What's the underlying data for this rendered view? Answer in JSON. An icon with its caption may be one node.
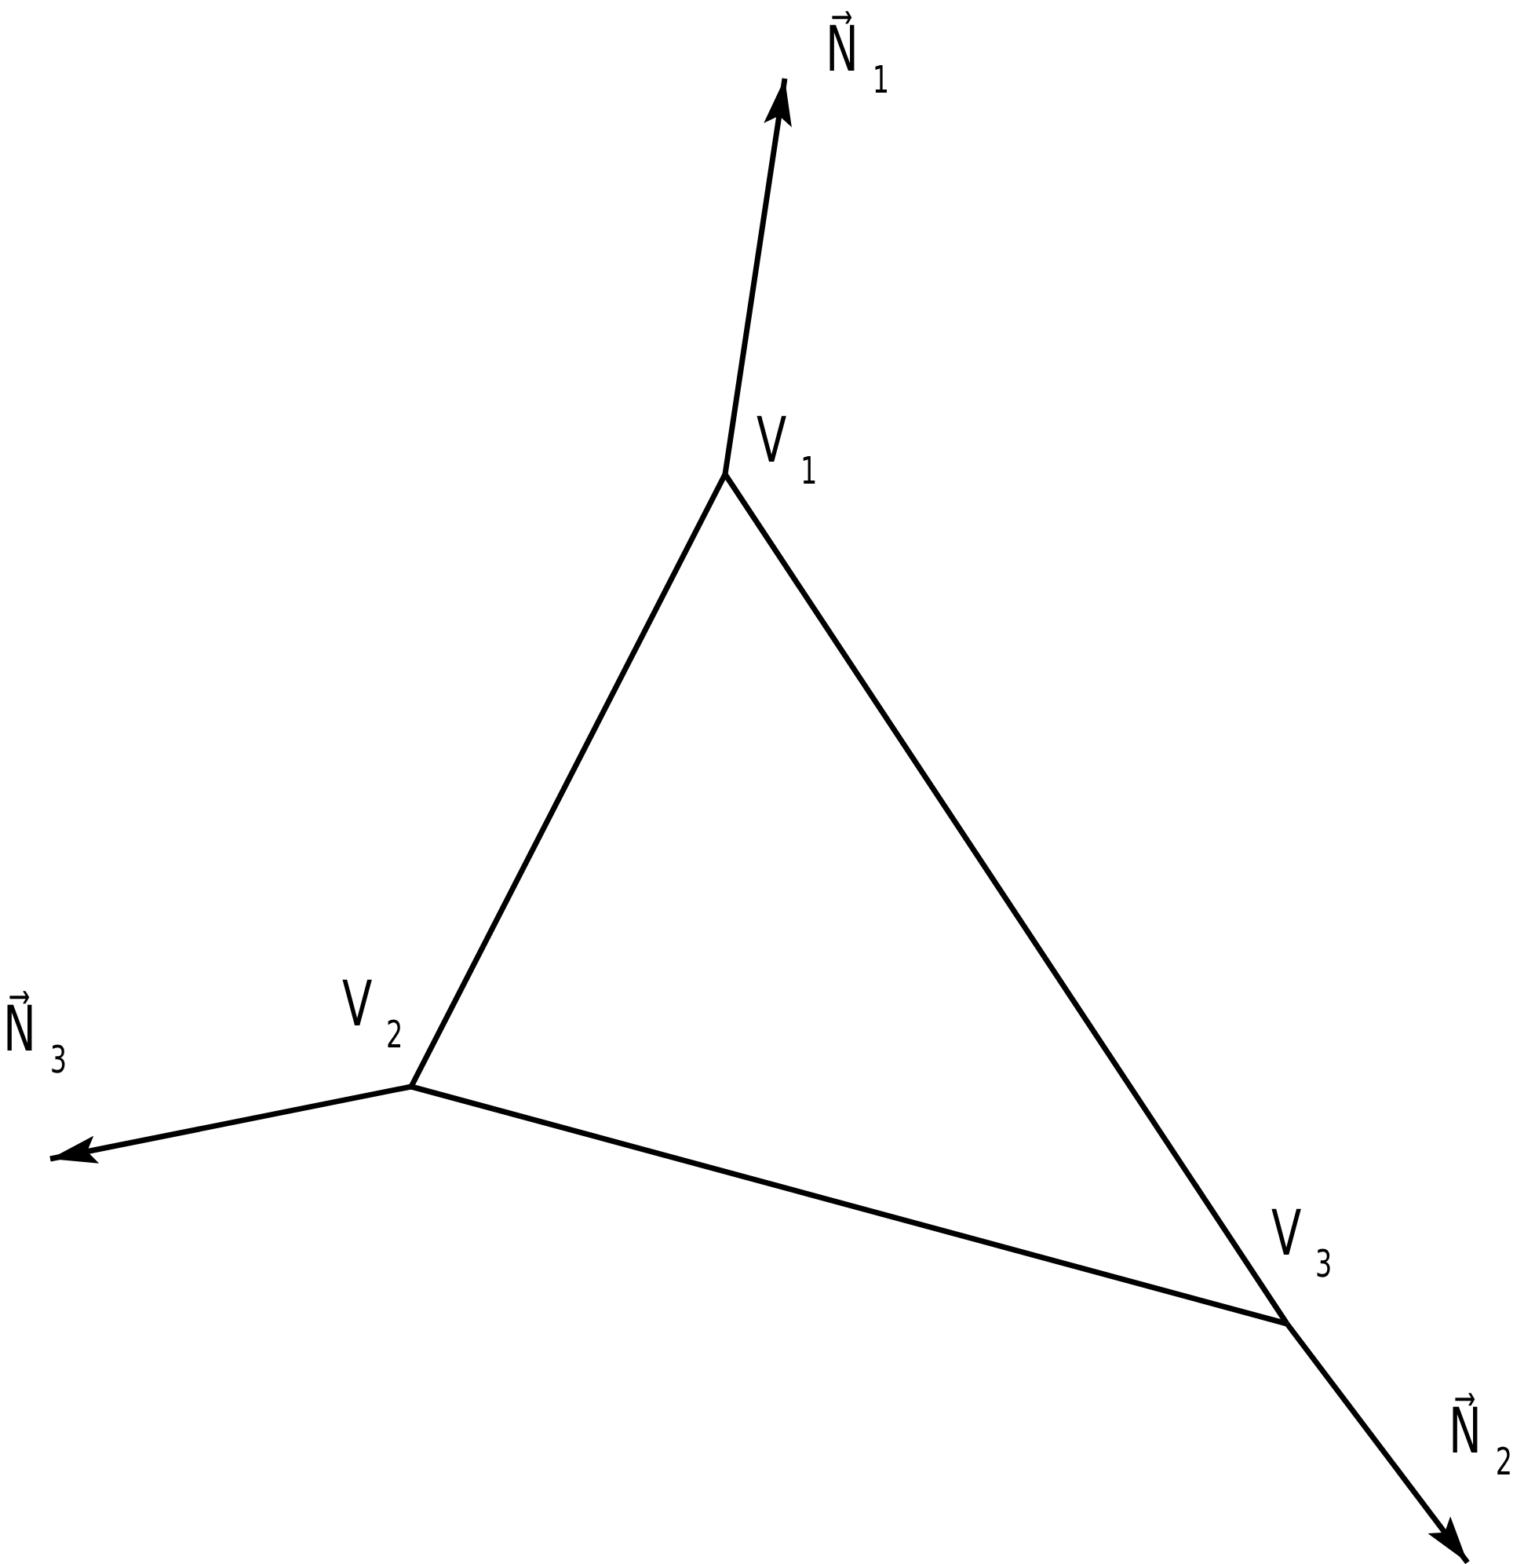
{
  "diagram": {
    "nodes": [
      {
        "text": [
          "V $_{1}$"
        ]
      },
      {
        "text": [
          "V $_{2}$"
        ]
      },
      {
        "text": [
          "V $_{3}$"
        ]
      },
      {
        "text": [
          "N⃗ $_{1}$"
        ]
      },
      {
        "text": [
          "N⃗ $_{2}$"
        ]
      },
      {
        "text": [
          "N⃗ $_{3}$"
        ]
      }
    ],
    "edges": [
      {
        "from": 0,
        "to": 1,
        "arrow": "none"
      },
      {
        "from": 1,
        "to": 2,
        "arrow": "none"
      },
      {
        "from": 2,
        "to": 0,
        "arrow": "none"
      },
      {
        "from": 0,
        "to": 3,
        "arrow": "to"
      },
      {
        "from": 2,
        "to": 4,
        "arrow": "to"
      },
      {
        "from": 1,
        "to": 5,
        "arrow": "to"
      }
    ]
  }
}
